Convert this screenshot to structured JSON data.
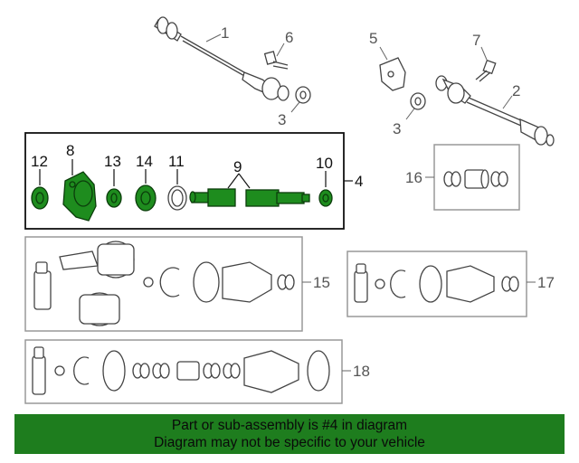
{
  "callouts": {
    "c1": "1",
    "c2": "2",
    "c3a": "3",
    "c3b": "3",
    "c4": "4",
    "c5": "5",
    "c6": "6",
    "c7": "7",
    "c8": "8",
    "c9": "9",
    "c10": "10",
    "c11": "11",
    "c12": "12",
    "c13": "13",
    "c14": "14",
    "c15": "15",
    "c16": "16",
    "c17": "17",
    "c18": "18"
  },
  "colors": {
    "highlight": "#1e8c1e",
    "banner": "#1e7d1e"
  },
  "banner": {
    "line1": "Part or sub-assembly is #4 in diagram",
    "line2": "Diagram may not be specific to your vehicle"
  }
}
